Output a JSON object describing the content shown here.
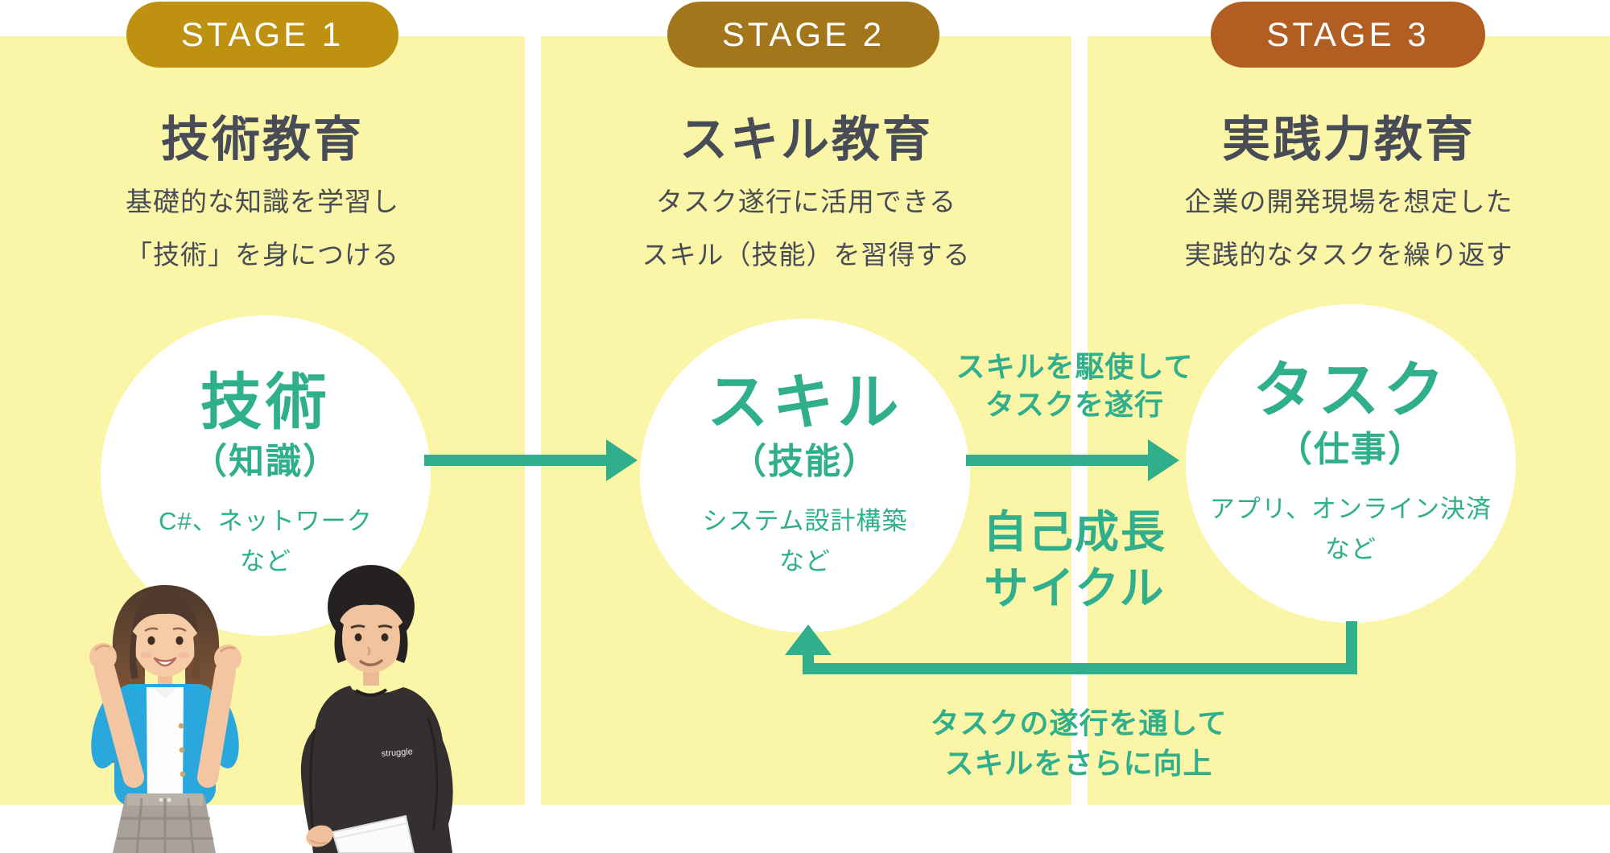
{
  "colors": {
    "page_bg": "#FFFFFF",
    "panel_bg": "#FAF5A7",
    "accent_green": "#2FAF8B",
    "text_dark": "#474C57",
    "badge_stage1": "#BE9110",
    "badge_stage2": "#A4761B",
    "badge_stage3": "#B25D22",
    "circle_bg": "#FFFFFF"
  },
  "stages": [
    {
      "badge": "STAGE 1",
      "title": "技術教育",
      "description_lines": [
        "基礎的な知識を学習し",
        "「技術」を身につける"
      ],
      "circle": {
        "main": "技術",
        "sub": "（知識）",
        "examples_lines": [
          "C#、ネットワーク",
          "など"
        ]
      }
    },
    {
      "badge": "STAGE 2",
      "title": "スキル教育",
      "description_lines": [
        "タスク遂行に活用できる",
        "スキル（技能）を習得する"
      ],
      "circle": {
        "main": "スキル",
        "sub": "（技能）",
        "examples_lines": [
          "システム設計構築",
          "など"
        ]
      }
    },
    {
      "badge": "STAGE 3",
      "title": "実践力教育",
      "description_lines": [
        "企業の開発現場を想定した",
        "実践的なタスクを繰り返す"
      ],
      "circle": {
        "main": "タスク",
        "sub": "（仕事）",
        "examples_lines": [
          "アプリ、オンライン決済",
          "など"
        ]
      }
    }
  ],
  "flow": {
    "skill_to_task_lines": [
      "スキルを駆使して",
      "タスクを遂行"
    ],
    "cycle_lines": [
      "自己成長",
      "サイクル"
    ],
    "task_to_skill_lines": [
      "タスクの遂行を通して",
      "スキルをさらに向上"
    ]
  },
  "photo": {
    "shirt_text": "struggle"
  }
}
